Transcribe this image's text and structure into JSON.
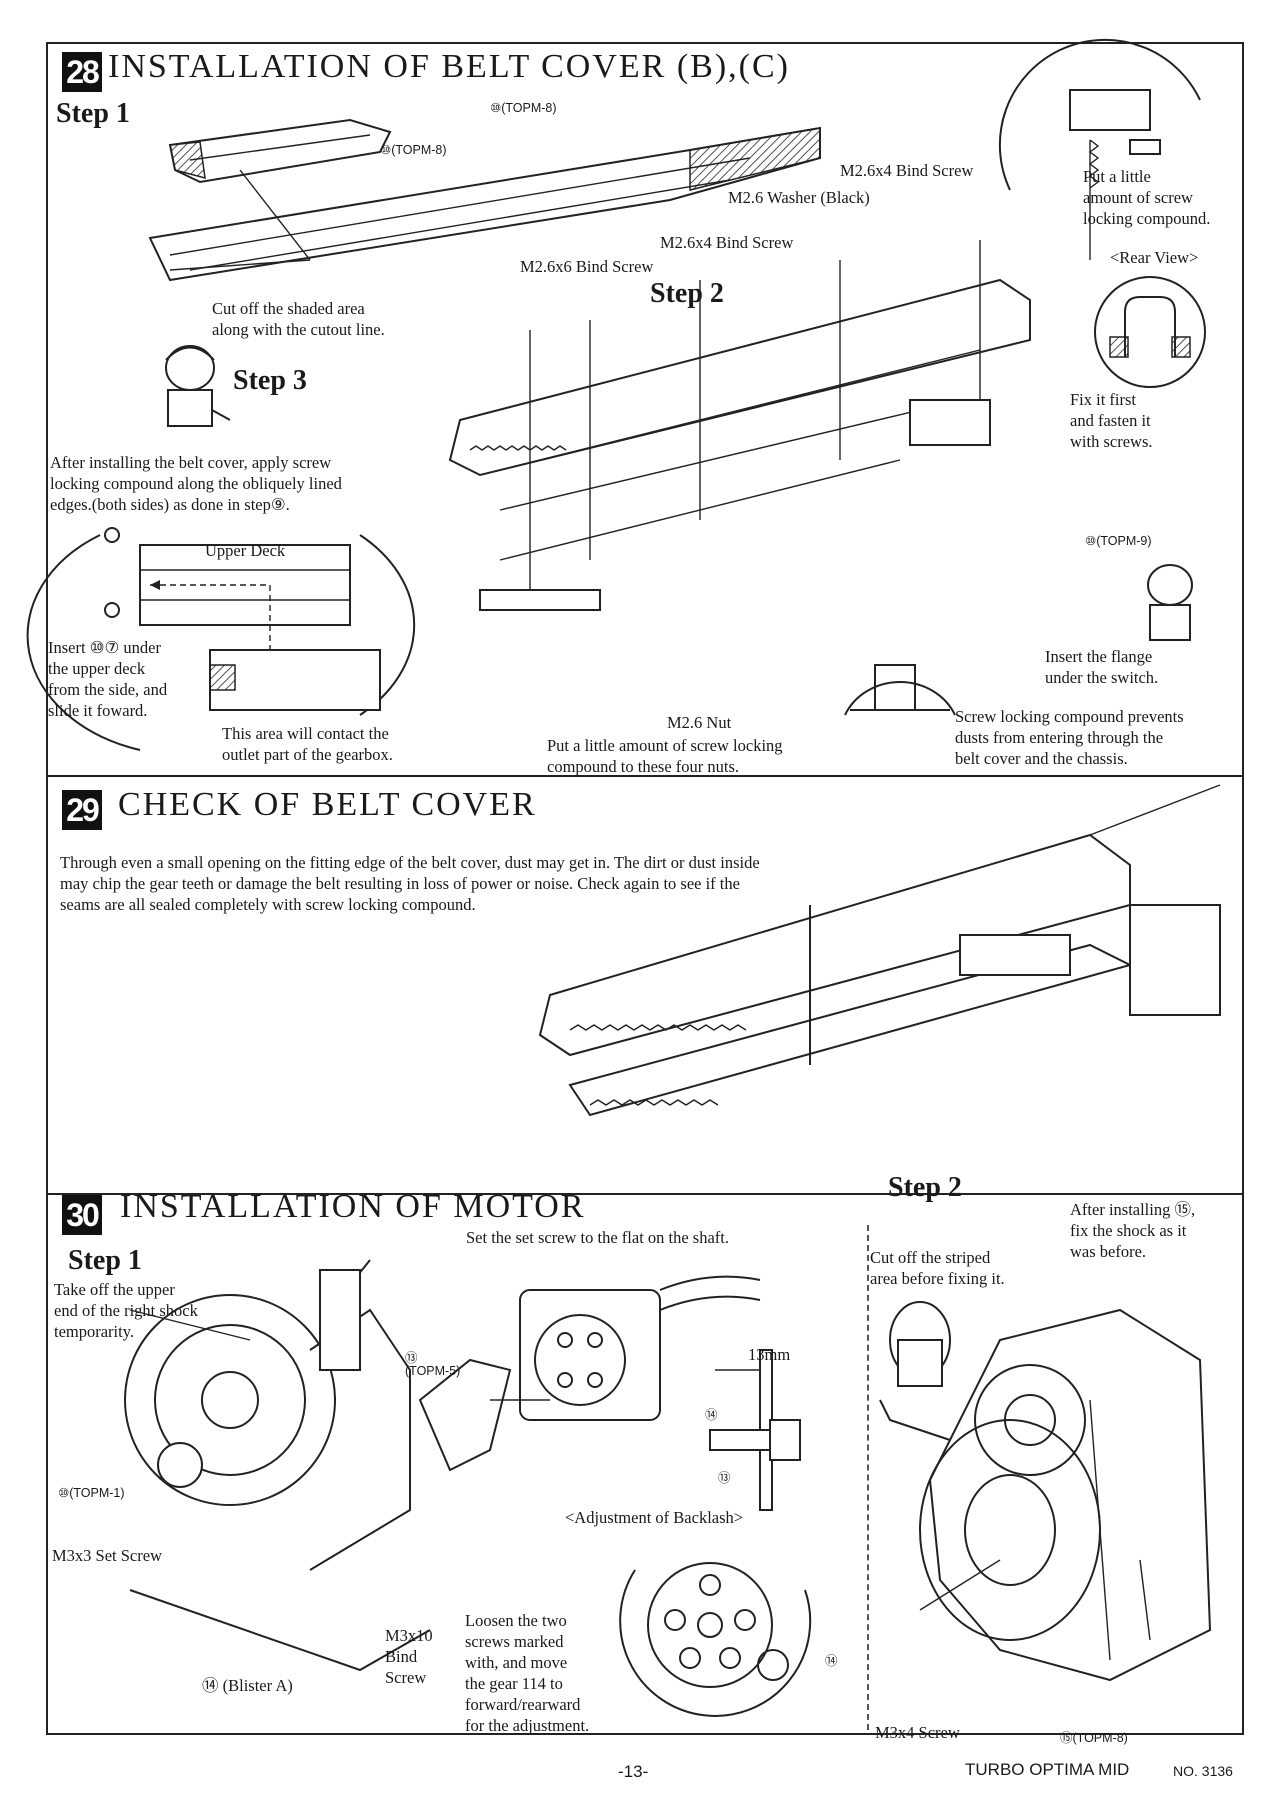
{
  "sec28": {
    "number": "28",
    "title": "INSTALLATION OF BELT COVER (B),(C)",
    "step1": "Step 1",
    "step2": "Step 2",
    "step3": "Step 3",
    "part_104": "⑩(TOPM-8)",
    "part_107": "⑩(TOPM-8)",
    "cut_note": [
      "Cut off the shaded area",
      "along with the cutout line."
    ],
    "m26x4_bind": "M2.6x4 Bind Screw",
    "m26_washer": "M2.6 Washer (Black)",
    "m26x4_bind2": "M2.6x4 Bind Screw",
    "m26x6_bind": "M2.6x6 Bind Screw",
    "lock_note": [
      "Put a little",
      "amount of screw",
      "locking compound."
    ],
    "rear_view": "<Rear View>",
    "fix_note": [
      "Fix it first",
      "and fasten it",
      "with screws."
    ],
    "part_106": "⑩(TOPM-9)",
    "step3_text": [
      "After installing the belt cover, apply screw",
      "locking compound along the obliquely lined",
      "edges.(both sides)  as done in step⑨."
    ],
    "upper_deck": "Upper Deck",
    "insert_note": [
      "Insert ⑩⑦ under",
      "the upper deck",
      "from the side, and",
      "slide it foward."
    ],
    "contact_note": [
      "This area will contact the",
      "outlet part of the gearbox."
    ],
    "nut_label": "M2.6 Nut",
    "nuts_note": [
      "Put a little amount of screw locking",
      "compound to these  four nuts."
    ],
    "flange_note": [
      "Insert the flange",
      "under the switch."
    ],
    "dust_note": [
      "Screw locking compound prevents",
      "dusts from entering through the",
      "belt cover and the chassis."
    ]
  },
  "sec29": {
    "number": "29",
    "title": "CHECK OF BELT COVER",
    "body": "Through even a small opening on the fitting edge of the belt cover, dust may get in. The dirt or dust inside may chip the gear teeth or damage the belt resulting in loss of power or noise. Check again to see if the seams are all sealed completely with screw locking compound."
  },
  "sec30": {
    "number": "30",
    "title": "INSTALLATION OF MOTOR",
    "step1": "Step 1",
    "step1_text": [
      "Take off the upper",
      "end of the right shock",
      "temporarity."
    ],
    "set_screw_note": "Set the set screw to the flat on the shaft.",
    "part_113": "⑬",
    "part_113_code": "(TOPM-5)",
    "dim": "13mm",
    "part_114": "⑭",
    "part_113b": "⑬",
    "part_108": "⑩(TOPM-1)",
    "m3x3": "M3x3 Set Screw",
    "m3x10": [
      "M3x10",
      "Bind",
      "Screw"
    ],
    "blister": "⑭ (Blister A)",
    "backlash_title": "<Adjustment of Backlash>",
    "loosen_text": [
      "Loosen the two",
      "screws marked",
      "with, and move",
      "the gear 114 to",
      "forward/rearward",
      "for the adjustment."
    ],
    "part_114b": "⑭",
    "step2": "Step 2",
    "after_text": [
      "After installing ⑮,",
      "fix the shock as it",
      "was before."
    ],
    "cutoff_text": [
      "Cut off the striped",
      "area before fixing it."
    ],
    "m3x4": "M3x4 Screw",
    "part_115": "⑮(TOPM-8)"
  },
  "footer": {
    "page": "-13-",
    "model": "TURBO OPTIMA MID",
    "doc_no": "NO. 3136"
  }
}
